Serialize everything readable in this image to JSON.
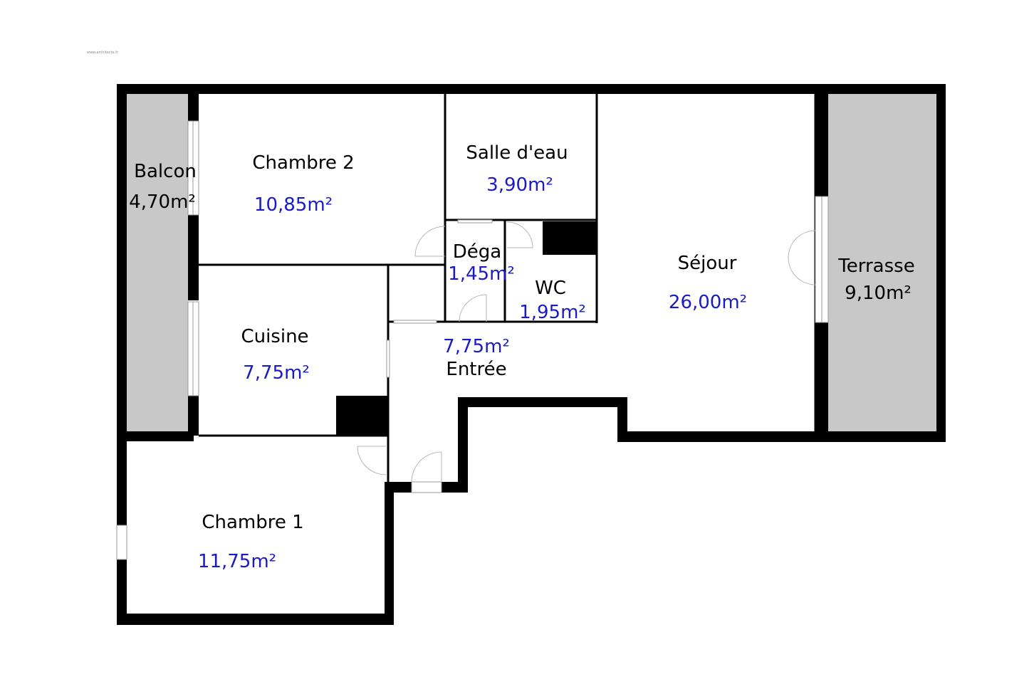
{
  "watermark": "www.architecte.fr",
  "colors": {
    "wall": "#000000",
    "exterior_fill": "#c8c8c8",
    "area_text": "#1a1ac8",
    "name_text": "#000000"
  },
  "rooms": {
    "balcon": {
      "name": "Balcon",
      "area": "4,70m²"
    },
    "chambre2": {
      "name": "Chambre 2",
      "area": "10,85m²"
    },
    "salle_deau": {
      "name": "Salle d'eau",
      "area": "3,90m²"
    },
    "dega": {
      "name": "Déga",
      "area": "1,45m²"
    },
    "wc": {
      "name": "WC",
      "area": "1,95m²"
    },
    "sejour": {
      "name": "Séjour",
      "area": "26,00m²"
    },
    "terrasse": {
      "name": "Terrasse",
      "area": "9,10m²"
    },
    "cuisine": {
      "name": "Cuisine",
      "area": "7,75m²"
    },
    "entree": {
      "name": "Entrée",
      "area": "7,75m²"
    },
    "chambre1": {
      "name": "Chambre 1",
      "area": "11,75m²"
    }
  }
}
